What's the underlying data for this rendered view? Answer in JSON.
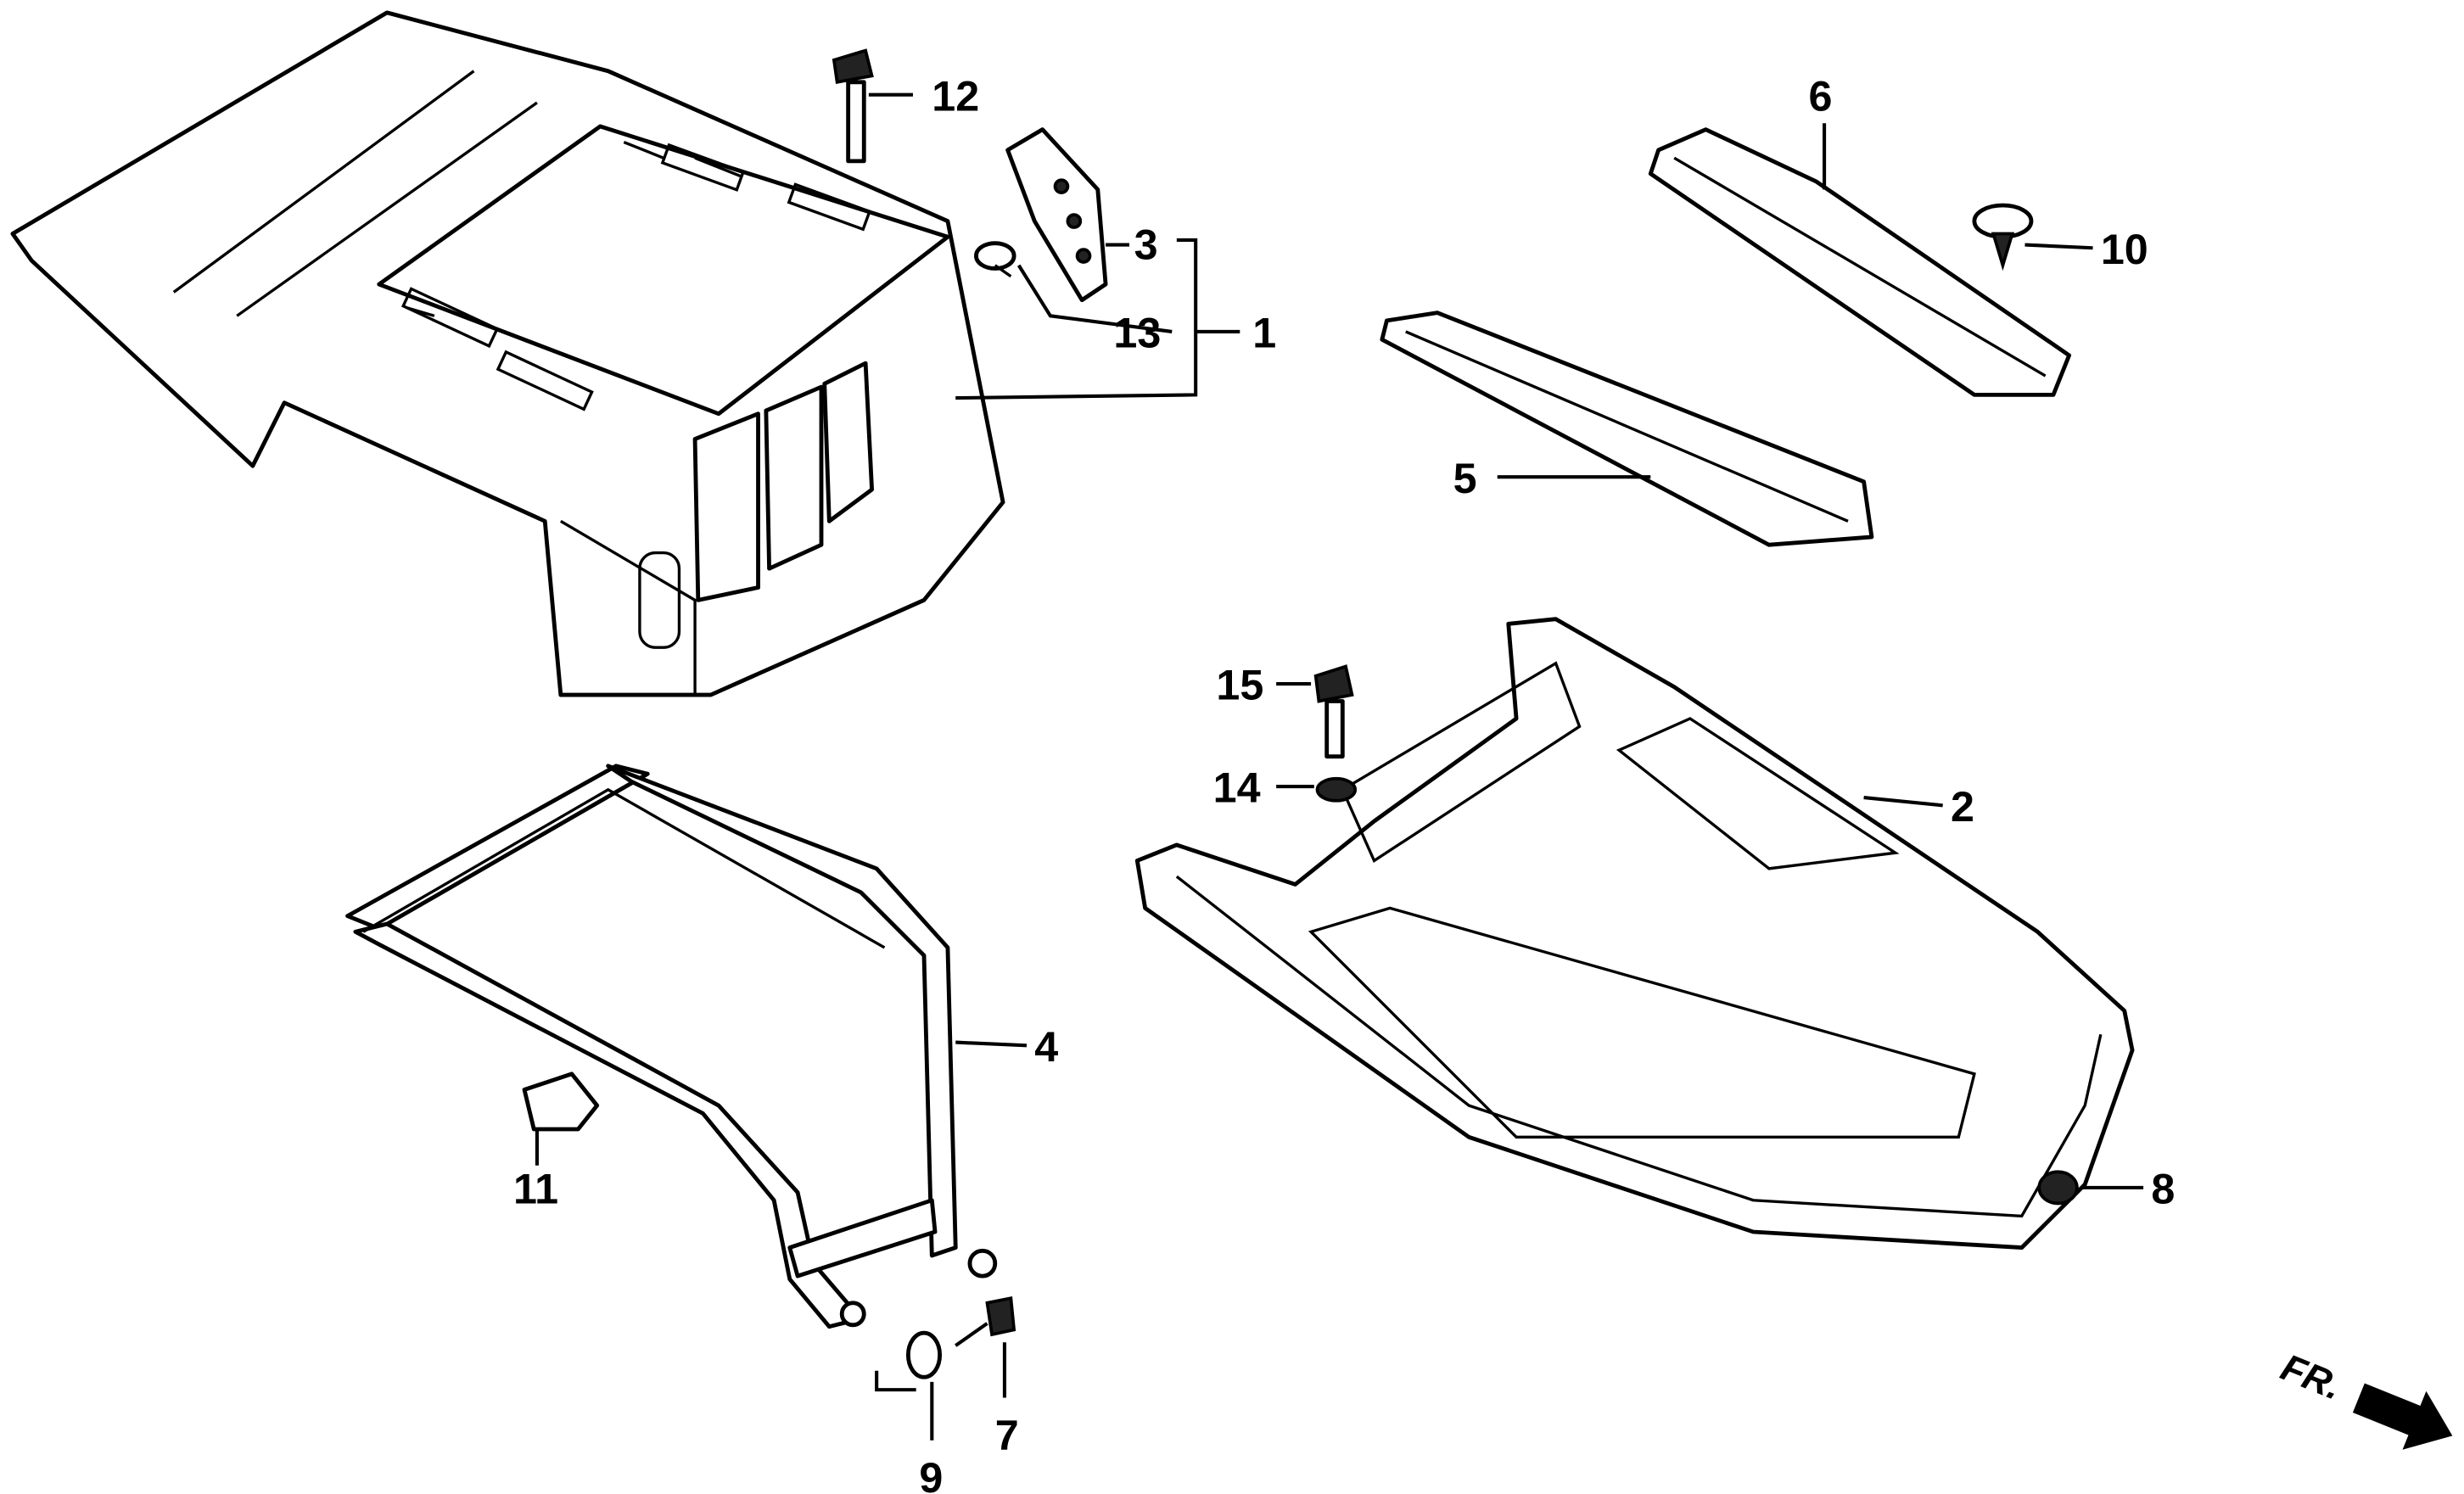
{
  "diagram": {
    "callouts": {
      "p1": "1",
      "p2": "2",
      "p3": "3",
      "p4": "4",
      "p5": "5",
      "p6": "6",
      "p7": "7",
      "p8": "8",
      "p9": "9",
      "p10": "10",
      "p11": "11",
      "p12": "12",
      "p13": "13",
      "p14": "14",
      "p15": "15"
    },
    "direction_label": "FR."
  }
}
